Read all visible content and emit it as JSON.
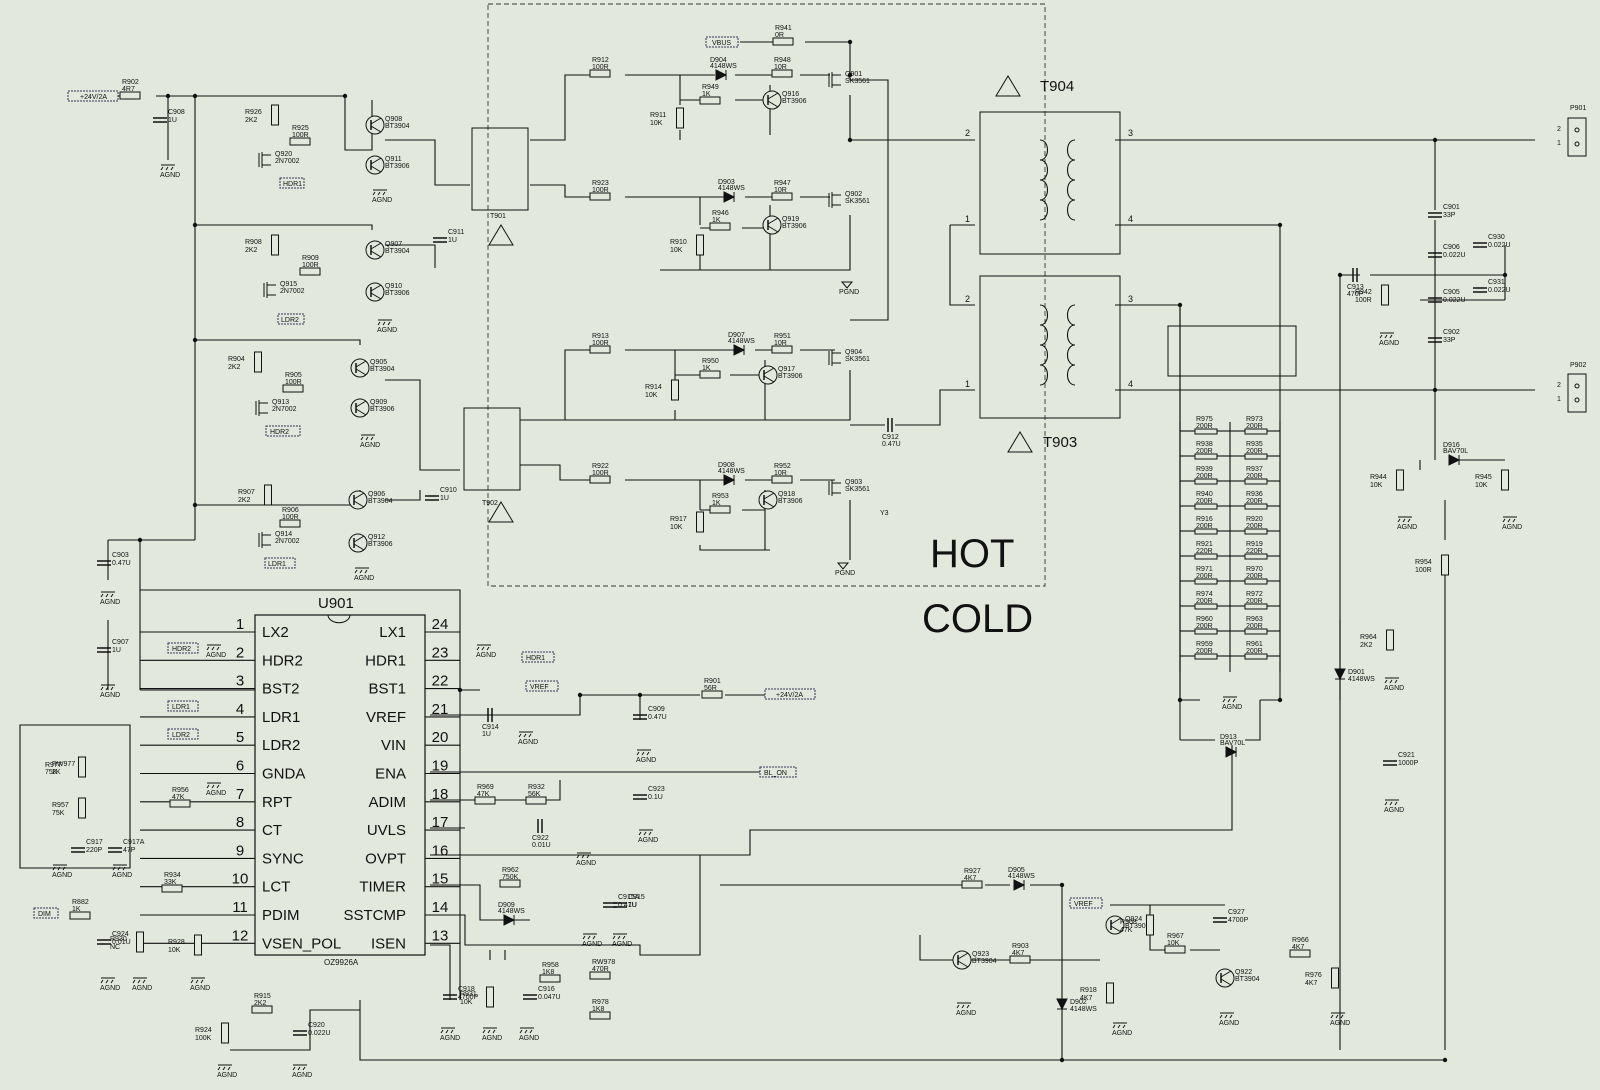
{
  "zones": {
    "hot": "HOT",
    "cold": "COLD"
  },
  "ic": {
    "name": "U901",
    "part": "OZ9926A",
    "left_pins": [
      {
        "num": "1",
        "name": "LX2"
      },
      {
        "num": "2",
        "name": "HDR2"
      },
      {
        "num": "3",
        "name": "BST2"
      },
      {
        "num": "4",
        "name": "LDR1"
      },
      {
        "num": "5",
        "name": "LDR2"
      },
      {
        "num": "6",
        "name": "GNDA"
      },
      {
        "num": "7",
        "name": "RPT"
      },
      {
        "num": "8",
        "name": "CT"
      },
      {
        "num": "9",
        "name": "SYNC"
      },
      {
        "num": "10",
        "name": "LCT"
      },
      {
        "num": "11",
        "name": "PDIM"
      },
      {
        "num": "12",
        "name": "VSEN_POL"
      }
    ],
    "right_pins": [
      {
        "num": "24",
        "name": "LX1"
      },
      {
        "num": "23",
        "name": "HDR1"
      },
      {
        "num": "22",
        "name": "BST1"
      },
      {
        "num": "21",
        "name": "VREF"
      },
      {
        "num": "20",
        "name": "VIN"
      },
      {
        "num": "19",
        "name": "ENA"
      },
      {
        "num": "18",
        "name": "ADIM"
      },
      {
        "num": "17",
        "name": "UVLS"
      },
      {
        "num": "16",
        "name": "OVPT"
      },
      {
        "num": "15",
        "name": "TIMER"
      },
      {
        "num": "14",
        "name": "SSTCMP"
      },
      {
        "num": "13",
        "name": "ISEN"
      }
    ]
  },
  "transformers": [
    {
      "name": "T904",
      "pins": [
        "2",
        "3",
        "1",
        "4"
      ]
    },
    {
      "name": "T903",
      "pins": [
        "2",
        "3",
        "1",
        "4"
      ]
    }
  ],
  "connectors": [
    {
      "name": "P901",
      "pins": [
        "2",
        "1"
      ]
    },
    {
      "name": "P902",
      "pins": [
        "2",
        "1"
      ]
    }
  ],
  "net_labels": {
    "vin": "+24V/2A",
    "vbus": "VBUS",
    "hdr1": "HDR1",
    "hdr2": "HDR2",
    "ldr1": "LDR1",
    "ldr2": "LDR2",
    "vref": "VREF",
    "bl_on": "BL_ON",
    "dim": "DIM"
  },
  "grounds": {
    "agnd": "AGND",
    "pgnd": "PGND"
  },
  "components": [
    {
      "ref": "R902",
      "val": "4R7"
    },
    {
      "ref": "C908",
      "val": "1U"
    },
    {
      "ref": "R926",
      "val": "2K2"
    },
    {
      "ref": "R925",
      "val": "100R"
    },
    {
      "ref": "Q908",
      "val": "BT3904"
    },
    {
      "ref": "Q911",
      "val": "BT3906"
    },
    {
      "ref": "Q920",
      "val": "2N7002"
    },
    {
      "ref": "R908",
      "val": "2K2"
    },
    {
      "ref": "R909",
      "val": "100R"
    },
    {
      "ref": "Q907",
      "val": "BT3904"
    },
    {
      "ref": "Q910",
      "val": "BT3906"
    },
    {
      "ref": "Q915",
      "val": "2N7002"
    },
    {
      "ref": "C911",
      "val": "1U"
    },
    {
      "ref": "R904",
      "val": "2K2"
    },
    {
      "ref": "R905",
      "val": "100R"
    },
    {
      "ref": "Q905",
      "val": "BT3904"
    },
    {
      "ref": "Q909",
      "val": "BT3906"
    },
    {
      "ref": "Q913",
      "val": "2N7002"
    },
    {
      "ref": "R907",
      "val": "2K2"
    },
    {
      "ref": "R906",
      "val": "100R"
    },
    {
      "ref": "Q906",
      "val": "BT3904"
    },
    {
      "ref": "Q912",
      "val": "BT3906"
    },
    {
      "ref": "Q914",
      "val": "2N7002"
    },
    {
      "ref": "C910",
      "val": "1U"
    },
    {
      "ref": "C903",
      "val": "0.47U"
    },
    {
      "ref": "C907",
      "val": "1U"
    },
    {
      "ref": "T901",
      "val": ""
    },
    {
      "ref": "T902",
      "val": ""
    },
    {
      "ref": "R941",
      "val": "0R"
    },
    {
      "ref": "R912",
      "val": "100R"
    },
    {
      "ref": "D904",
      "val": "4148WS"
    },
    {
      "ref": "R948",
      "val": "10R"
    },
    {
      "ref": "Q901",
      "val": "SK3561"
    },
    {
      "ref": "R949",
      "val": "1K"
    },
    {
      "ref": "Q916",
      "val": "BT3906"
    },
    {
      "ref": "R911",
      "val": "10K"
    },
    {
      "ref": "R923",
      "val": "100R"
    },
    {
      "ref": "D903",
      "val": "4148WS"
    },
    {
      "ref": "R947",
      "val": "10R"
    },
    {
      "ref": "Q902",
      "val": "SK3561"
    },
    {
      "ref": "R946",
      "val": "1K"
    },
    {
      "ref": "Q919",
      "val": "BT3906"
    },
    {
      "ref": "R910",
      "val": "10K"
    },
    {
      "ref": "R913",
      "val": "100R"
    },
    {
      "ref": "D907",
      "val": "4148WS"
    },
    {
      "ref": "R951",
      "val": "10R"
    },
    {
      "ref": "Q904",
      "val": "SK3561"
    },
    {
      "ref": "R950",
      "val": "1K"
    },
    {
      "ref": "Q917",
      "val": "BT3906"
    },
    {
      "ref": "R914",
      "val": "10K"
    },
    {
      "ref": "C912",
      "val": "0.47U"
    },
    {
      "ref": "R922",
      "val": "100R"
    },
    {
      "ref": "D908",
      "val": "4148WS"
    },
    {
      "ref": "R952",
      "val": "10R"
    },
    {
      "ref": "Q903",
      "val": "SK3561"
    },
    {
      "ref": "R953",
      "val": "1K"
    },
    {
      "ref": "Q918",
      "val": "BT3906"
    },
    {
      "ref": "R917",
      "val": "10K"
    },
    {
      "ref": "Y3",
      "val": ""
    },
    {
      "ref": "C901",
      "val": "33P"
    },
    {
      "ref": "C906",
      "val": "0.022U"
    },
    {
      "ref": "C930",
      "val": "0.022U"
    },
    {
      "ref": "C905",
      "val": "0.022U"
    },
    {
      "ref": "C931",
      "val": "0.022U"
    },
    {
      "ref": "C902",
      "val": "33P"
    },
    {
      "ref": "C913",
      "val": "470P"
    },
    {
      "ref": "R942",
      "val": "100R"
    },
    {
      "ref": "D916",
      "val": "BAV70L"
    },
    {
      "ref": "R944",
      "val": "10K"
    },
    {
      "ref": "R945",
      "val": "10K"
    },
    {
      "ref": "R954",
      "val": "100R"
    },
    {
      "ref": "R964",
      "val": "2K2"
    },
    {
      "ref": "D901",
      "val": "4148WS"
    },
    {
      "ref": "C921",
      "val": "1000P"
    },
    {
      "ref": "D913",
      "val": "BAV70L"
    },
    {
      "ref": "R901",
      "val": "56R"
    },
    {
      "ref": "C909",
      "val": "0.47U"
    },
    {
      "ref": "C914",
      "val": "1U"
    },
    {
      "ref": "C923",
      "val": "0.1U"
    },
    {
      "ref": "R969",
      "val": "47K"
    },
    {
      "ref": "R932",
      "val": "56K"
    },
    {
      "ref": "C922",
      "val": "0.01U"
    },
    {
      "ref": "R962",
      "val": "750K"
    },
    {
      "ref": "D909",
      "val": "4148WS"
    },
    {
      "ref": "C915A",
      "val": "0.47U"
    },
    {
      "ref": "C915",
      "val": "1U"
    },
    {
      "ref": "C918",
      "val": "4700P"
    },
    {
      "ref": "R931",
      "val": "10K"
    },
    {
      "ref": "C916",
      "val": "0.047U"
    },
    {
      "ref": "R958",
      "val": "1K8"
    },
    {
      "ref": "RW978",
      "val": "470R"
    },
    {
      "ref": "R978",
      "val": "1K8"
    },
    {
      "ref": "R927",
      "val": "4K7"
    },
    {
      "ref": "D905",
      "val": "4148WS"
    },
    {
      "ref": "R903",
      "val": "4K7"
    },
    {
      "ref": "Q923",
      "val": "BT3904"
    },
    {
      "ref": "D902",
      "val": "4148WS"
    },
    {
      "ref": "R918",
      "val": "4K7"
    },
    {
      "ref": "Q924",
      "val": "BT3906"
    },
    {
      "ref": "R968",
      "val": "47K"
    },
    {
      "ref": "R967",
      "val": "10K"
    },
    {
      "ref": "C927",
      "val": "4700P"
    },
    {
      "ref": "Q922",
      "val": "BT3904"
    },
    {
      "ref": "R966",
      "val": "4K7"
    },
    {
      "ref": "R976",
      "val": "4K7"
    },
    {
      "ref": "R977",
      "val": "75K"
    },
    {
      "ref": "RW977",
      "val": "2K"
    },
    {
      "ref": "R957",
      "val": "75K"
    },
    {
      "ref": "R956",
      "val": "47K"
    },
    {
      "ref": "C917",
      "val": "220P"
    },
    {
      "ref": "C917A",
      "val": "47P"
    },
    {
      "ref": "R934",
      "val": "33K"
    },
    {
      "ref": "R882",
      "val": "1K"
    },
    {
      "ref": "C924",
      "val": "0.01U"
    },
    {
      "ref": "R930",
      "val": "NC"
    },
    {
      "ref": "R928",
      "val": "10K"
    },
    {
      "ref": "R915",
      "val": "2K2"
    },
    {
      "ref": "R924",
      "val": "100K"
    },
    {
      "ref": "C920",
      "val": "0.022U"
    }
  ],
  "resistor_bank": {
    "left": [
      {
        "ref": "R975",
        "val": "200R"
      },
      {
        "ref": "R938",
        "val": "200R"
      },
      {
        "ref": "R939",
        "val": "200R"
      },
      {
        "ref": "R940",
        "val": "200R"
      },
      {
        "ref": "R916",
        "val": "200R"
      },
      {
        "ref": "R921",
        "val": "220R"
      },
      {
        "ref": "R971",
        "val": "200R"
      },
      {
        "ref": "R974",
        "val": "200R"
      },
      {
        "ref": "R960",
        "val": "200R"
      },
      {
        "ref": "R959",
        "val": "200R"
      }
    ],
    "right": [
      {
        "ref": "R973",
        "val": "200R"
      },
      {
        "ref": "R935",
        "val": "200R"
      },
      {
        "ref": "R937",
        "val": "200R"
      },
      {
        "ref": "R936",
        "val": "200R"
      },
      {
        "ref": "R920",
        "val": "200R"
      },
      {
        "ref": "R919",
        "val": "220R"
      },
      {
        "ref": "R970",
        "val": "200R"
      },
      {
        "ref": "R972",
        "val": "200R"
      },
      {
        "ref": "R963",
        "val": "200R"
      },
      {
        "ref": "R961",
        "val": "200R"
      }
    ]
  }
}
